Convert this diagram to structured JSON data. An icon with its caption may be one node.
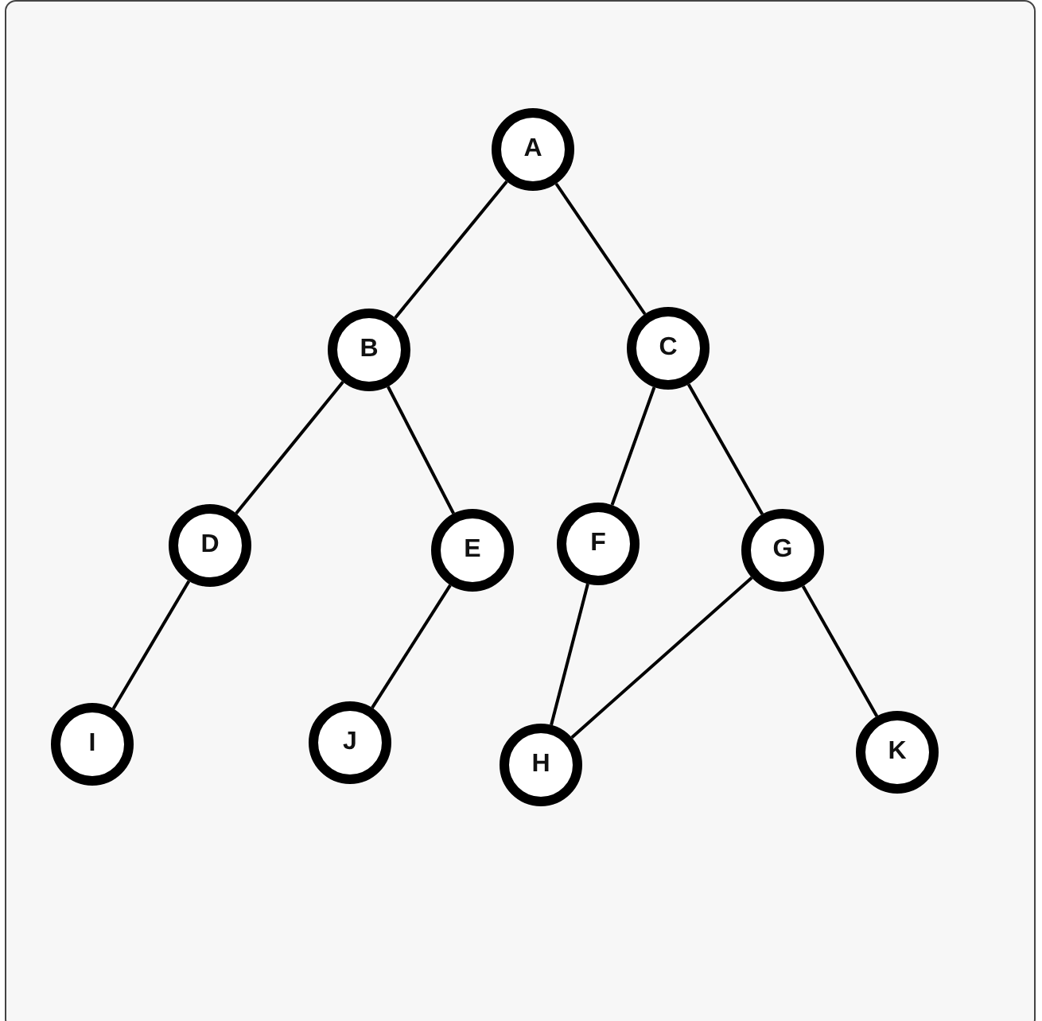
{
  "diagram": {
    "nodes": [
      {
        "text": [
          "A"
        ]
      },
      {
        "text": [
          "B"
        ]
      },
      {
        "text": [
          "C"
        ]
      },
      {
        "text": [
          "D"
        ]
      },
      {
        "text": [
          "E"
        ]
      },
      {
        "text": [
          "F"
        ]
      },
      {
        "text": [
          "G"
        ]
      },
      {
        "text": [
          "I"
        ]
      },
      {
        "text": [
          "J"
        ]
      },
      {
        "text": [
          "H"
        ]
      },
      {
        "text": [
          "K"
        ]
      }
    ],
    "edges": [
      {
        "from": 0,
        "to": 1,
        "arrow": "none"
      },
      {
        "from": 0,
        "to": 2,
        "arrow": "none"
      },
      {
        "from": 1,
        "to": 3,
        "arrow": "none"
      },
      {
        "from": 1,
        "to": 4,
        "arrow": "none"
      },
      {
        "from": 2,
        "to": 5,
        "arrow": "none"
      },
      {
        "from": 2,
        "to": 6,
        "arrow": "none"
      },
      {
        "from": 3,
        "to": 7,
        "arrow": "none"
      },
      {
        "from": 4,
        "to": 8,
        "arrow": "none"
      },
      {
        "from": 5,
        "to": 9,
        "arrow": "none"
      },
      {
        "from": 6,
        "to": 9,
        "arrow": "none"
      },
      {
        "from": 6,
        "to": 10,
        "arrow": "none"
      }
    ]
  }
}
